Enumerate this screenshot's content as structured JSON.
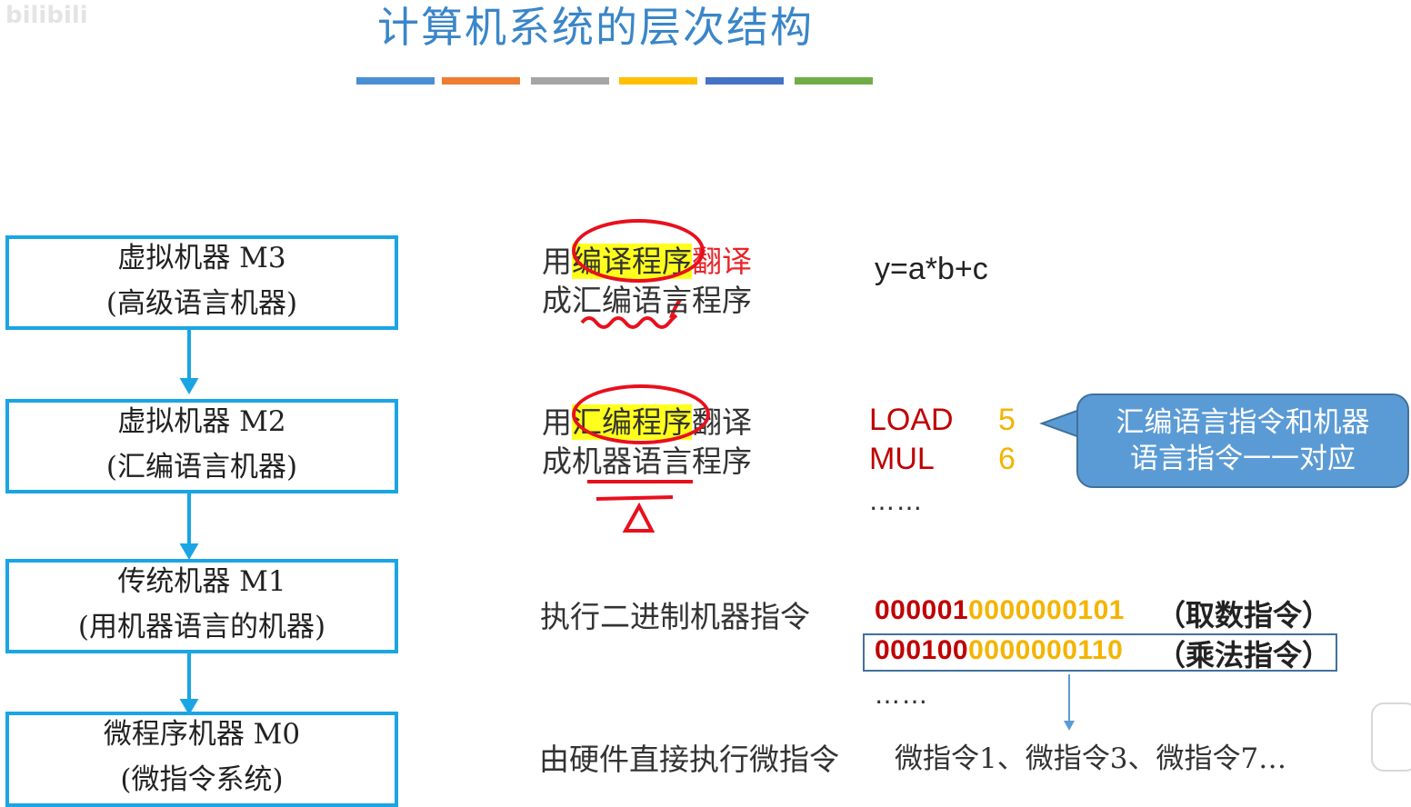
{
  "watermark": "bilibili",
  "title": "计算机系统的层次结构",
  "title_bar_colors": [
    "#4a8fd4",
    "#ed7d31",
    "#a5a5a5",
    "#ffc000",
    "#4472c4",
    "#70ad47"
  ],
  "levels": [
    {
      "name": "虚拟机器  M3",
      "desc": "(高级语言机器)"
    },
    {
      "name": "虚拟机器  M2",
      "desc": "(汇编语言机器)"
    },
    {
      "name": "传统机器  M1",
      "desc": "(用机器语言的机器)"
    },
    {
      "name": "微程序机器  M0",
      "desc": "(微指令系统)"
    }
  ],
  "steps": {
    "s1": {
      "prefix": "用",
      "hl": "编译程序",
      "red": "翻译",
      "line2": "成汇编语言程序"
    },
    "s2": {
      "prefix": "用",
      "hl": "汇编程序",
      "suffix": "翻译",
      "line2": "成机器语言程序"
    },
    "s3": "执行二进制机器指令",
    "s4": "由硬件直接执行微指令"
  },
  "examples": {
    "expr": "y=a*b+c",
    "asm": [
      {
        "op": "LOAD",
        "arg": "5"
      },
      {
        "op": "MUL",
        "arg": "6"
      }
    ],
    "asm_more": "……",
    "machine": [
      {
        "op_bits": "000001",
        "addr_bits": "0000000101",
        "note": "（取数指令）"
      },
      {
        "op_bits": "000100",
        "addr_bits": "0000000110",
        "note": "（乘法指令）"
      }
    ],
    "machine_more": "……",
    "micro": "微指令1、微指令3、微指令7…"
  },
  "callout": {
    "line1": "汇编语言指令和机器",
    "line2": "语言指令一一对应"
  },
  "colors": {
    "box_border": "#1aa5e4",
    "title": "#3a86c8",
    "opcode": "#c00000",
    "operand": "#f4b400",
    "highlight": "#ffff1e",
    "annotation": "#e8101d",
    "callout": "#5b9bd5"
  }
}
